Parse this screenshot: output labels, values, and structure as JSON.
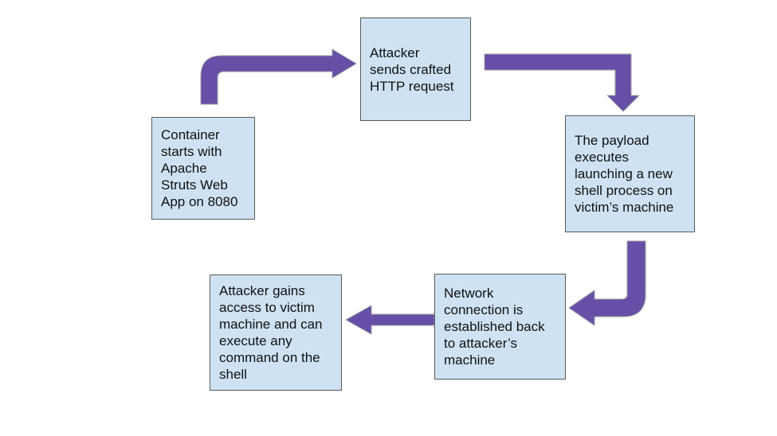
{
  "diagram": {
    "colors": {
      "background": "#ffffff",
      "box_fill": "#cfe2f3",
      "box_border": "#595959",
      "arrow_fill": "#674ea7",
      "arrow_stroke": "#9e9e9e",
      "text": "#111111"
    },
    "nodes": [
      {
        "id": "container-start",
        "text": "Container\nstarts with\nApache\nStruts Web\nApp on 8080"
      },
      {
        "id": "attacker-request",
        "text": "Attacker\nsends crafted\nHTTP request"
      },
      {
        "id": "payload-executes",
        "text": "The payload\nexecutes\nlaunching a new\nshell process on\nvictim’s machine"
      },
      {
        "id": "network-connection",
        "text": "Network\nconnection is\nestablished back\nto attacker’s\nmachine"
      },
      {
        "id": "attacker-access",
        "text": "Attacker gains\naccess to victim\nmachine and can\nexecute any\ncommand on the\nshell"
      }
    ],
    "arrows": [
      {
        "from": "container-start",
        "to": "attacker-request"
      },
      {
        "from": "attacker-request",
        "to": "payload-executes"
      },
      {
        "from": "payload-executes",
        "to": "network-connection"
      },
      {
        "from": "network-connection",
        "to": "attacker-access"
      }
    ]
  }
}
